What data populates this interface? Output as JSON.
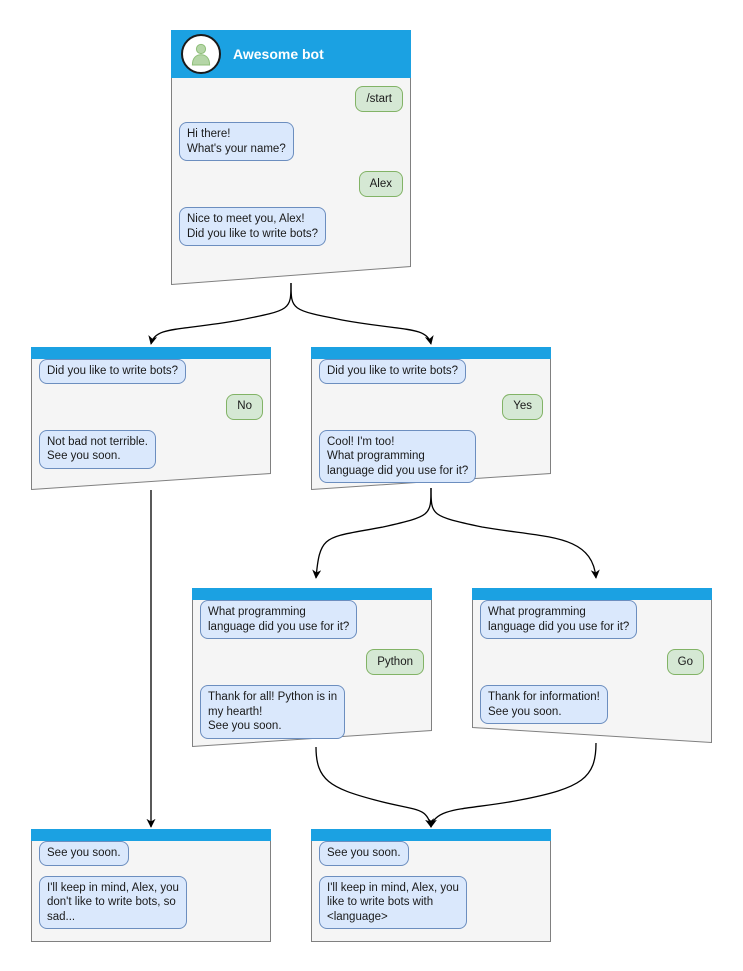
{
  "diagram": {
    "title": "Awesome bot conversation flow",
    "colors": {
      "header_blue": "#1ba1e2",
      "card_body": "#f5f5f5",
      "card_border": "#808080",
      "bot_bubble_fill": "#dae8fc",
      "bot_bubble_border": "#6c8ebf",
      "user_bubble_fill": "#d5e8d4",
      "user_bubble_border": "#82b366",
      "avatar_fill": "#b5d6a7",
      "edge": "#000000",
      "background": "#ffffff"
    }
  },
  "cards": {
    "root": {
      "id": "root",
      "header_title": "Awesome bot",
      "avatar_icon": "person-avatar-icon",
      "messages": [
        {
          "from": "user",
          "text": "/start"
        },
        {
          "from": "bot",
          "text": "Hi there!\nWhat's your name?"
        },
        {
          "from": "user",
          "text": "Alex"
        },
        {
          "from": "bot",
          "text": "Nice to meet you, Alex!\nDid you like to write bots?"
        }
      ]
    },
    "no_branch": {
      "id": "no-branch",
      "messages": [
        {
          "from": "bot",
          "text": "Did you like to write bots?"
        },
        {
          "from": "user",
          "text": "No"
        },
        {
          "from": "bot",
          "text": "Not bad not terrible.\nSee you soon."
        }
      ]
    },
    "yes_branch": {
      "id": "yes-branch",
      "messages": [
        {
          "from": "bot",
          "text": "Did you like to write bots?"
        },
        {
          "from": "user",
          "text": "Yes"
        },
        {
          "from": "bot",
          "text": "Cool! I'm too!\nWhat programming\nlanguage did you use for it?"
        }
      ]
    },
    "python_branch": {
      "id": "python-branch",
      "messages": [
        {
          "from": "bot",
          "text": "What programming\nlanguage did you use for it?"
        },
        {
          "from": "user",
          "text": "Python"
        },
        {
          "from": "bot",
          "text": "Thank for all! Python is in\nmy hearth!\nSee you soon."
        }
      ]
    },
    "go_branch": {
      "id": "go-branch",
      "messages": [
        {
          "from": "bot",
          "text": "What programming\nlanguage did you use for it?"
        },
        {
          "from": "user",
          "text": "Go"
        },
        {
          "from": "bot",
          "text": "Thank for information!\nSee you soon."
        }
      ]
    },
    "end_no": {
      "id": "end-no",
      "messages": [
        {
          "from": "bot",
          "text": "See you soon."
        },
        {
          "from": "bot",
          "text": "I'll keep in mind, Alex, you\ndon't like to write bots, so\nsad..."
        }
      ]
    },
    "end_yes": {
      "id": "end-yes",
      "messages": [
        {
          "from": "bot",
          "text": "See you soon."
        },
        {
          "from": "bot",
          "text": "I'll keep in mind, Alex, you\nlike to write bots with\n<language>"
        }
      ]
    }
  }
}
